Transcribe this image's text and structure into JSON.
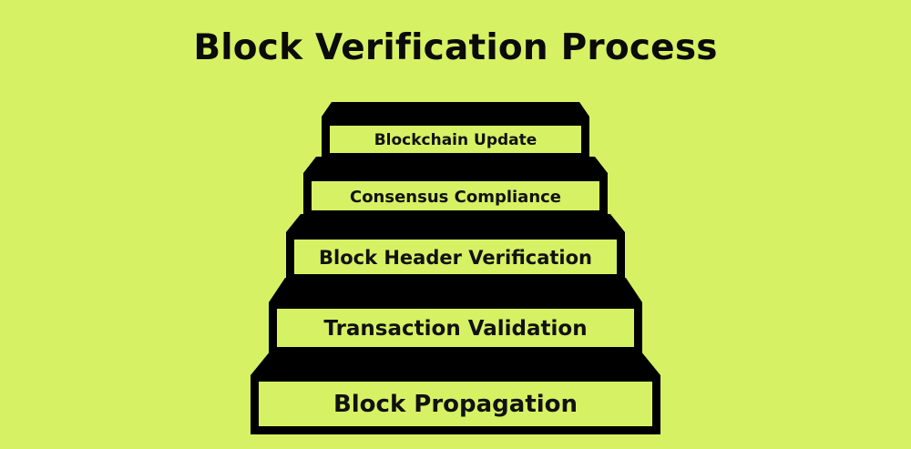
{
  "title": "Block Verification Process",
  "steps": [
    {
      "label": "Blockchain Update"
    },
    {
      "label": "Consensus Compliance"
    },
    {
      "label": "Block Header Verification"
    },
    {
      "label": "Transaction Validation"
    },
    {
      "label": "Block Propagation"
    }
  ],
  "colors": {
    "background": "#d6f264",
    "step_fill": "#000000",
    "panel_fill": "#d6f264",
    "text": "#111111"
  }
}
